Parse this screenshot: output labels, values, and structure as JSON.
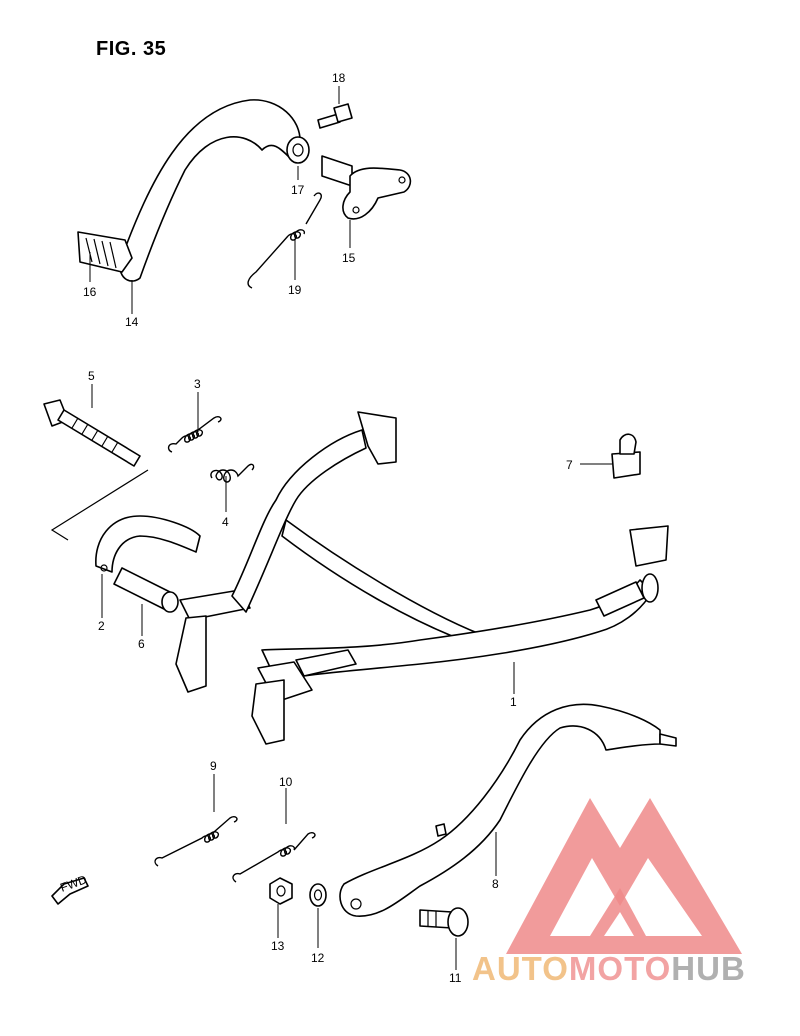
{
  "figure": {
    "title": "FIG. 35"
  },
  "callouts": {
    "n1": "1",
    "n2": "2",
    "n3": "3",
    "n4": "4",
    "n5": "5",
    "n6": "6",
    "n7": "7",
    "n8": "8",
    "n9": "9",
    "n10": "10",
    "n11": "11",
    "n12": "12",
    "n13": "13",
    "n14": "14",
    "n15": "15",
    "n16": "16",
    "n17": "17",
    "n18": "18",
    "n19": "19"
  },
  "direction_marker": {
    "label": "FWD"
  },
  "watermark": {
    "part1": "AUTO",
    "part2": "MOTO",
    "part3": "HUB",
    "colors": {
      "auto": "#f2c38a",
      "moto": "#f2a3a3",
      "hub": "#b0b0b0",
      "logo": "#ef8a8a"
    }
  }
}
